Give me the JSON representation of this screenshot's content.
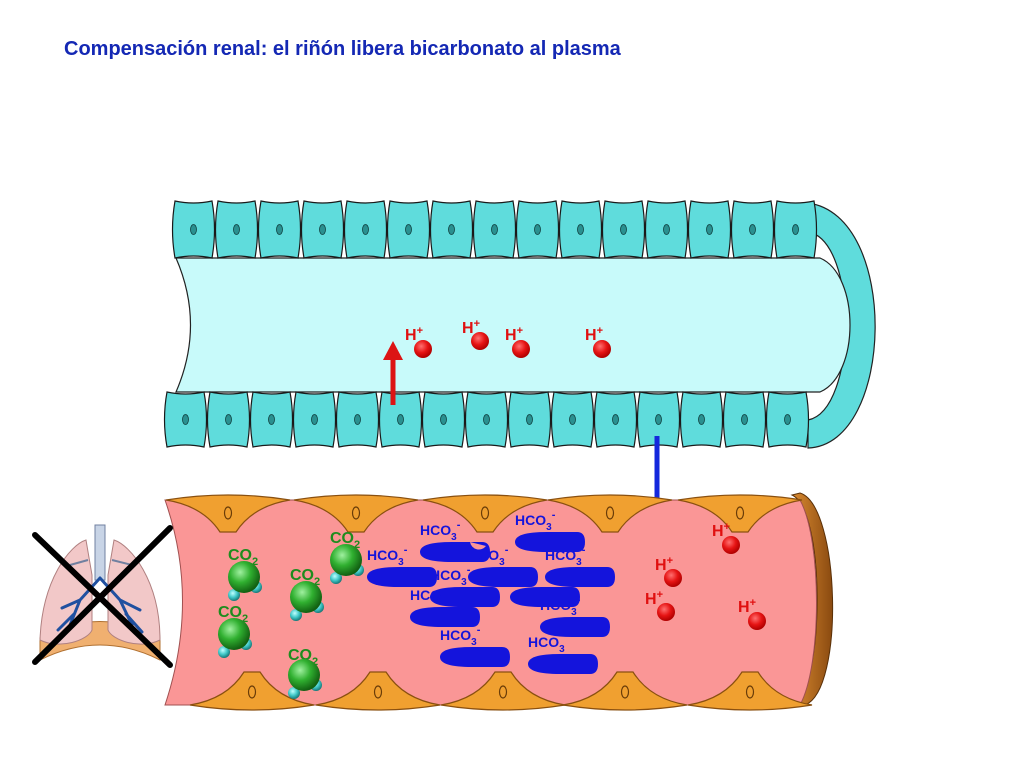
{
  "title": "Compensación renal: el riñón libera bicarbonato al plasma",
  "labels": {
    "proton": "H",
    "proton_charge": "+",
    "co2_main": "CO",
    "co2_sub": "2",
    "bicarb_main": "HCO",
    "bicarb_sub": "3",
    "bicarb_charge": "-"
  },
  "colors": {
    "title": "#1428b4",
    "tubule_cell": "#5fdcdc",
    "tubule_lumen": "#c8fafa",
    "vessel_plasma": "#fa9696",
    "endothelial_cell": "#f0a030",
    "proton": "#e01010",
    "co2_molecule": "#33a833",
    "bicarbonate": "#1414dc",
    "secretion_arrow": "#dc1414",
    "reabsorption_arrow": "#1428dc",
    "cross": "#000000"
  },
  "icons": {
    "lungs": "lungs-icon",
    "cross": "cross-out-icon"
  }
}
